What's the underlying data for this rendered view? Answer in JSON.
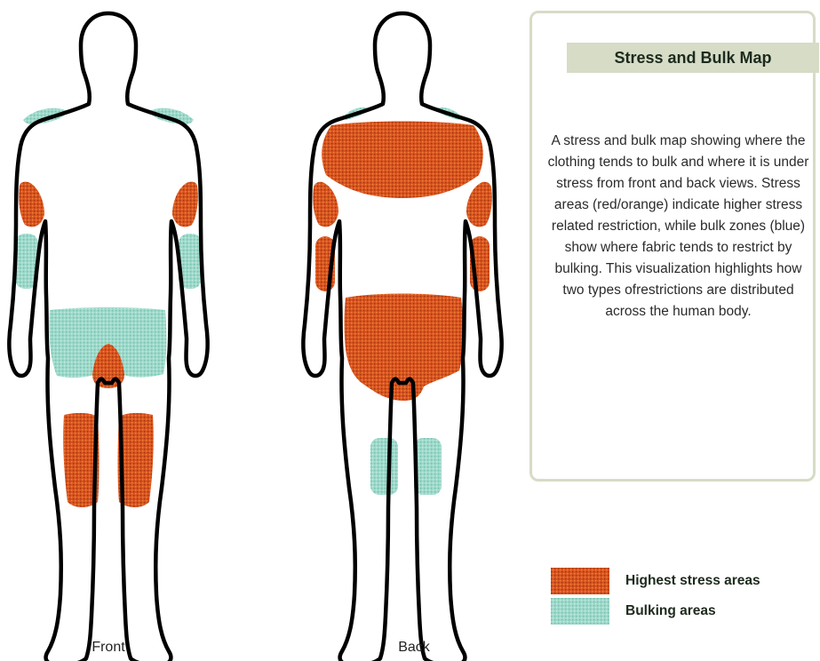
{
  "panel": {
    "title": "Stress and Bulk Map",
    "description": "A stress and bulk map showing where the clothing tends to bulk and where it is under stress from front and back views. Stress areas (red/orange) indicate higher stress related restriction, while bulk zones (blue) show where fabric tends to restrict by bulking. This visualization highlights how two types ofrestrictions are distributed across the human body."
  },
  "views": {
    "front_label": "Front",
    "back_label": "Back"
  },
  "legend": {
    "stress_label": "Highest stress areas",
    "bulk_label": "Bulking areas"
  },
  "colors": {
    "stress": "#d9541f",
    "bulk": "#9ed9cb",
    "outline": "#000000",
    "panel_border": "#d6dcc6"
  }
}
